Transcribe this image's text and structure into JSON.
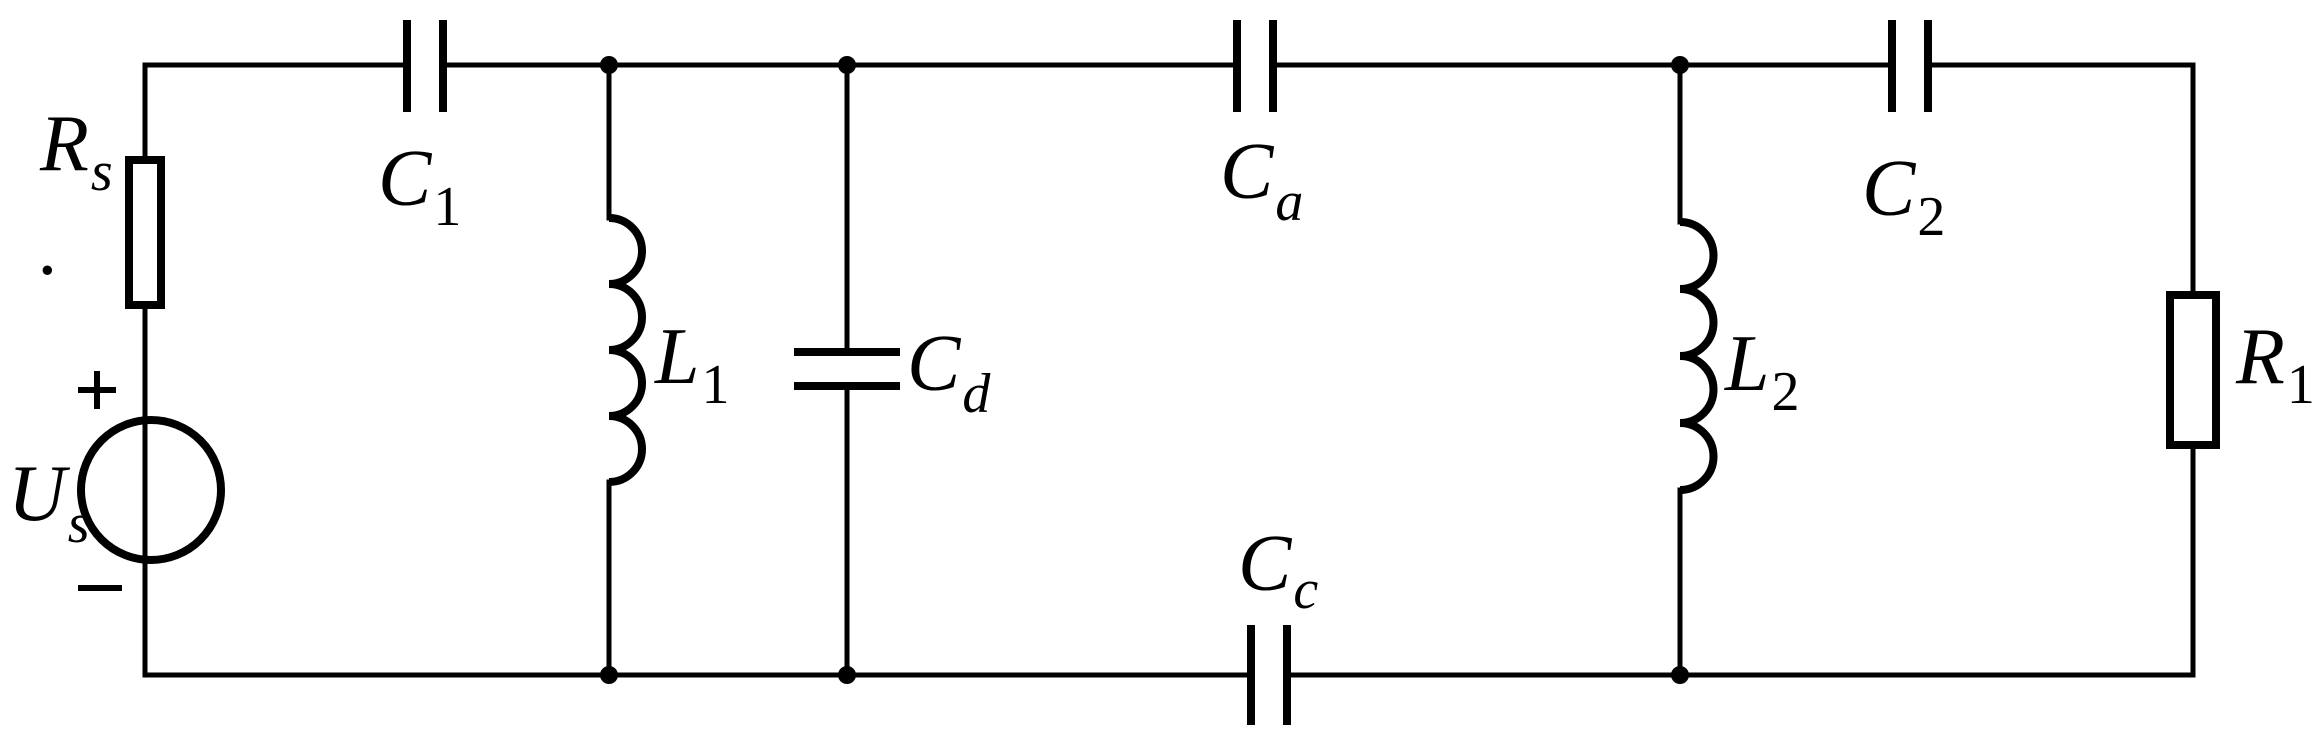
{
  "diagram": {
    "type": "circuit schematic",
    "components": {
      "Rs": {
        "main": "R",
        "sub": "s"
      },
      "C1": {
        "main": "C",
        "sub": "1"
      },
      "L1": {
        "main": "L",
        "sub": "1"
      },
      "Cd": {
        "main": "C",
        "sub": "d"
      },
      "Ca": {
        "main": "C",
        "sub": "a"
      },
      "Cc": {
        "main": "C",
        "sub": "c"
      },
      "L2": {
        "main": "L",
        "sub": "2"
      },
      "C2": {
        "main": "C",
        "sub": "2"
      },
      "R1": {
        "main": "R",
        "sub": "1"
      },
      "Us": {
        "main": "U",
        "sub": "s",
        "accent": "·"
      }
    },
    "source_polarity": {
      "plus": "+",
      "minus": "−"
    }
  }
}
